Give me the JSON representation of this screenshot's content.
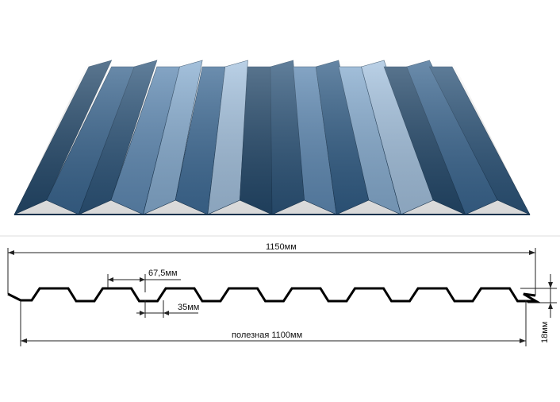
{
  "product": {
    "colors": {
      "sheet_dark": "#1f4766",
      "sheet_mid": "#3a6690",
      "sheet_light": "#8fb2d4",
      "profile_line": "#000000",
      "dimension_line": "#222222"
    }
  },
  "drawing": {
    "total_width": "1150мм",
    "rib_top": "67,5мм",
    "rib_bottom": "35мм",
    "useful_width": "полезная 1100мм",
    "height": "18мм"
  }
}
